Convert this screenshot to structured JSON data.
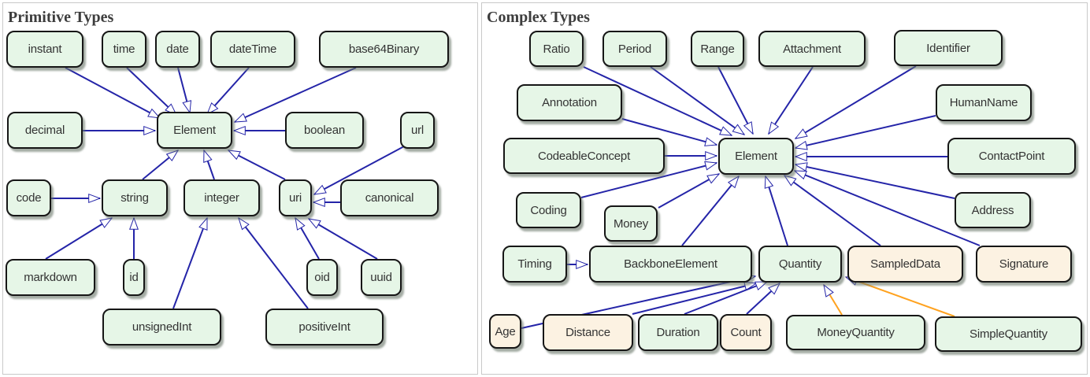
{
  "panels": [
    {
      "title": "Primitive Types",
      "nodes": [
        {
          "label": "instant",
          "fill": "green"
        },
        {
          "label": "time",
          "fill": "green"
        },
        {
          "label": "date",
          "fill": "green"
        },
        {
          "label": "dateTime",
          "fill": "green"
        },
        {
          "label": "base64Binary",
          "fill": "green"
        },
        {
          "label": "decimal",
          "fill": "green"
        },
        {
          "label": "Element",
          "fill": "green"
        },
        {
          "label": "boolean",
          "fill": "green"
        },
        {
          "label": "url",
          "fill": "green"
        },
        {
          "label": "code",
          "fill": "green"
        },
        {
          "label": "string",
          "fill": "green"
        },
        {
          "label": "integer",
          "fill": "green"
        },
        {
          "label": "uri",
          "fill": "green"
        },
        {
          "label": "canonical",
          "fill": "green"
        },
        {
          "label": "markdown",
          "fill": "green"
        },
        {
          "label": "id",
          "fill": "green"
        },
        {
          "label": "oid",
          "fill": "green"
        },
        {
          "label": "uuid",
          "fill": "green"
        },
        {
          "label": "unsignedInt",
          "fill": "green"
        },
        {
          "label": "positiveInt",
          "fill": "green"
        }
      ],
      "relations": [
        {
          "from": "instant",
          "to": "Element"
        },
        {
          "from": "time",
          "to": "Element"
        },
        {
          "from": "date",
          "to": "Element"
        },
        {
          "from": "dateTime",
          "to": "Element"
        },
        {
          "from": "base64Binary",
          "to": "Element"
        },
        {
          "from": "decimal",
          "to": "Element"
        },
        {
          "from": "boolean",
          "to": "Element"
        },
        {
          "from": "string",
          "to": "Element"
        },
        {
          "from": "integer",
          "to": "Element"
        },
        {
          "from": "uri",
          "to": "Element"
        },
        {
          "from": "code",
          "to": "string"
        },
        {
          "from": "markdown",
          "to": "string"
        },
        {
          "from": "id",
          "to": "string"
        },
        {
          "from": "unsignedInt",
          "to": "integer"
        },
        {
          "from": "positiveInt",
          "to": "integer"
        },
        {
          "from": "url",
          "to": "uri"
        },
        {
          "from": "canonical",
          "to": "uri"
        },
        {
          "from": "oid",
          "to": "uri"
        },
        {
          "from": "uuid",
          "to": "uri"
        }
      ]
    },
    {
      "title": "Complex Types",
      "nodes": [
        {
          "label": "Ratio",
          "fill": "green"
        },
        {
          "label": "Period",
          "fill": "green"
        },
        {
          "label": "Range",
          "fill": "green"
        },
        {
          "label": "Attachment",
          "fill": "green"
        },
        {
          "label": "Identifier",
          "fill": "green"
        },
        {
          "label": "Annotation",
          "fill": "green"
        },
        {
          "label": "HumanName",
          "fill": "green"
        },
        {
          "label": "CodeableConcept",
          "fill": "green"
        },
        {
          "label": "Element",
          "fill": "green"
        },
        {
          "label": "ContactPoint",
          "fill": "green"
        },
        {
          "label": "Coding",
          "fill": "green"
        },
        {
          "label": "Money",
          "fill": "green"
        },
        {
          "label": "Address",
          "fill": "green"
        },
        {
          "label": "Timing",
          "fill": "green"
        },
        {
          "label": "BackboneElement",
          "fill": "green"
        },
        {
          "label": "Quantity",
          "fill": "green"
        },
        {
          "label": "SampledData",
          "fill": "beige"
        },
        {
          "label": "Signature",
          "fill": "beige"
        },
        {
          "label": "Age",
          "fill": "beige"
        },
        {
          "label": "Distance",
          "fill": "beige"
        },
        {
          "label": "Duration",
          "fill": "green"
        },
        {
          "label": "Count",
          "fill": "beige"
        },
        {
          "label": "MoneyQuantity",
          "fill": "green"
        },
        {
          "label": "SimpleQuantity",
          "fill": "green"
        }
      ],
      "relations": [
        {
          "from": "Ratio",
          "to": "Element"
        },
        {
          "from": "Period",
          "to": "Element"
        },
        {
          "from": "Range",
          "to": "Element"
        },
        {
          "from": "Attachment",
          "to": "Element"
        },
        {
          "from": "Identifier",
          "to": "Element"
        },
        {
          "from": "Annotation",
          "to": "Element"
        },
        {
          "from": "HumanName",
          "to": "Element"
        },
        {
          "from": "CodeableConcept",
          "to": "Element"
        },
        {
          "from": "ContactPoint",
          "to": "Element"
        },
        {
          "from": "Coding",
          "to": "Element"
        },
        {
          "from": "Money",
          "to": "Element"
        },
        {
          "from": "Address",
          "to": "Element"
        },
        {
          "from": "BackboneElement",
          "to": "Element"
        },
        {
          "from": "Quantity",
          "to": "Element"
        },
        {
          "from": "SampledData",
          "to": "Element"
        },
        {
          "from": "Signature",
          "to": "Element"
        },
        {
          "from": "Timing",
          "to": "BackboneElement"
        },
        {
          "from": "Age",
          "to": "Quantity"
        },
        {
          "from": "Distance",
          "to": "Quantity"
        },
        {
          "from": "Duration",
          "to": "Quantity"
        },
        {
          "from": "Count",
          "to": "Quantity"
        },
        {
          "from": "MoneyQuantity",
          "to": "Quantity",
          "line": "orange"
        },
        {
          "from": "SimpleQuantity",
          "to": "Quantity",
          "line": "orange"
        }
      ]
    }
  ],
  "colors": {
    "box_green": "#e6f6e7",
    "box_beige": "#fcf2e2",
    "line_blue": "#2424a8",
    "line_orange": "#ffa21f",
    "box_border": "#161616",
    "title_text": "#3d3d3d"
  }
}
